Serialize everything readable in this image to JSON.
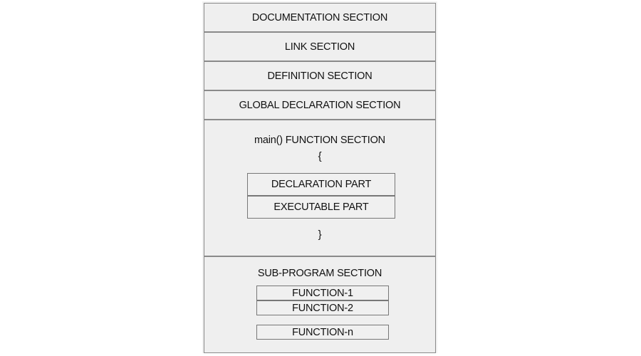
{
  "diagram": {
    "sections": {
      "documentation": "DOCUMENTATION SECTION",
      "link": "LINK SECTION",
      "definition": "DEFINITION SECTION",
      "global_declaration": "GLOBAL DECLARATION SECTION",
      "main_function": {
        "title": "main() FUNCTION SECTION",
        "open_brace": "{",
        "declaration_part": "DECLARATION PART",
        "executable_part": "EXECUTABLE PART",
        "close_brace": "}"
      },
      "sub_program": {
        "title": "SUB-PROGRAM SECTION",
        "functions": [
          "FUNCTION-1",
          "FUNCTION-2",
          "FUNCTION-n"
        ]
      }
    }
  }
}
